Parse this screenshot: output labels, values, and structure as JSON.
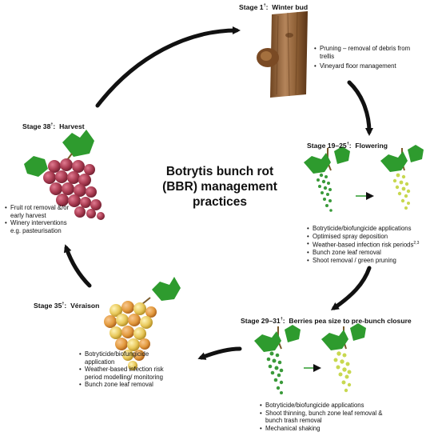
{
  "title_lines": [
    "Botrytis bunch rot",
    "(BBR) management",
    "practices"
  ],
  "stages": [
    {
      "title": "Stage 1",
      "sup": "†",
      "name": "Winter bud",
      "practices": [
        "Pruning – removal of debris from trellis",
        "Vineyard floor management"
      ]
    },
    {
      "title": "Stage 19–25",
      "sup": "†",
      "name": "Flowering",
      "practices": [
        "Botryticide/biofungicide applications",
        "Optimised spray deposition",
        "Weather-based infection risk periods",
        "Bunch zone leaf removal",
        "Shoot removal / green pruning"
      ],
      "practice_sups": {
        "2": "2,3"
      }
    },
    {
      "title": "Stage 29–31",
      "sup": "†",
      "name": "Berries pea size to pre-bunch closure",
      "practices": [
        "Botryticide/biofungicide applications",
        "Shoot thinning, bunch zone leaf removal & bunch trash removal",
        "Mechanical shaking"
      ]
    },
    {
      "title": "Stage 35",
      "sup": "†",
      "name": "Véraison",
      "practices": [
        "Botryticide/biofungicide application",
        "Weather-based infection risk period modelling/ monitoring",
        "Bunch zone leaf removal"
      ]
    },
    {
      "title": "Stage 38",
      "sup": "†",
      "name": "Harvest",
      "practices": [
        "Fruit rot removal &/or early harvest",
        "Winery interventions e.g. pasteurisation"
      ]
    }
  ],
  "colors": {
    "arrow": "#111111",
    "leaf": "#2e9b2e",
    "leaf_light": "#8fd43a",
    "grape_red": "#a83a50",
    "grape_yellow": "#e8c85a",
    "grape_orange": "#e39a3e",
    "bark": "#9a6a3e",
    "flower_green": "#3a9a3a",
    "flower_yellow": "#c8d850"
  },
  "icons": [
    "bark-icon",
    "flowering-vine-icon",
    "pea-berry-vine-icon",
    "veraison-grape-icon",
    "harvest-grape-icon",
    "cycle-arrow-icon"
  ]
}
